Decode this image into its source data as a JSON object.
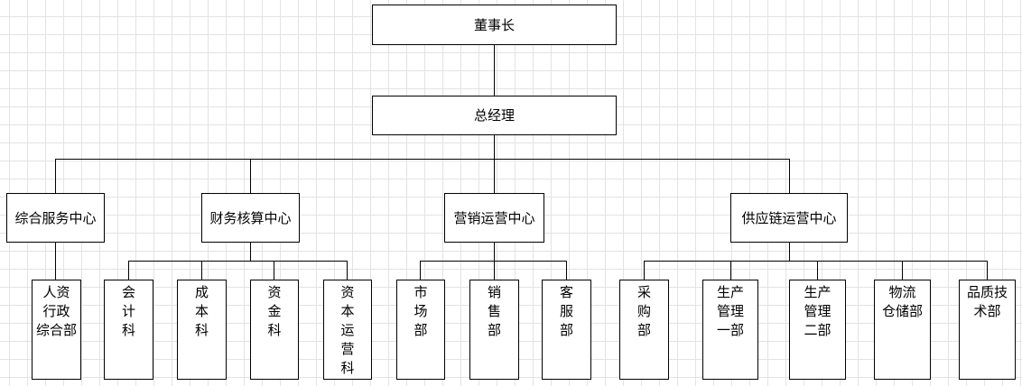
{
  "top": {
    "label": "董事长"
  },
  "gm": {
    "label": "总经理"
  },
  "centers": [
    {
      "label": "综合服务中心"
    },
    {
      "label": "财务核算中心"
    },
    {
      "label": "营销运营中心"
    },
    {
      "label": "供应链运营中心"
    }
  ],
  "departments": [
    {
      "label": "人资\n行政\n综合部"
    },
    {
      "label": "会\n计\n科"
    },
    {
      "label": "成\n本\n科"
    },
    {
      "label": "资\n金\n科"
    },
    {
      "label": "资\n本\n运\n营\n科"
    },
    {
      "label": "市\n场\n部"
    },
    {
      "label": "销\n售\n部"
    },
    {
      "label": "客\n服\n部"
    },
    {
      "label": "采\n购\n部"
    },
    {
      "label": "生产\n管理\n一部"
    },
    {
      "label": "生产\n管理\n二部"
    },
    {
      "label": "物流\n仓储部"
    },
    {
      "label": "品质技\n术部"
    }
  ]
}
